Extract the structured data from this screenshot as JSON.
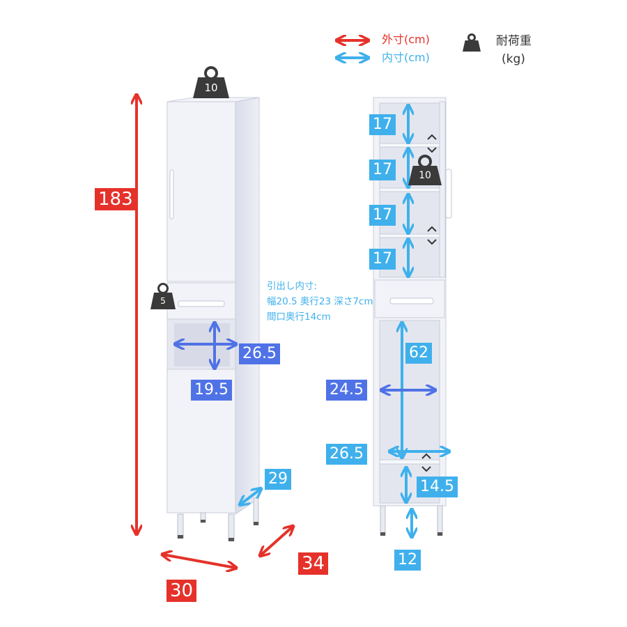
{
  "legend": {
    "outer_label": "外寸(cm)",
    "inner_label": "内寸(cm)",
    "load_label_line1": "耐荷重",
    "load_label_line2": "(kg)",
    "icons": [
      "red-double-arrow-icon",
      "blue-double-arrow-icon",
      "weight-icon"
    ],
    "colors": {
      "outer": "#e5312a",
      "inner": "#3fb0ec",
      "inner_dark": "#4f72e6",
      "weight": "#3a3a3a"
    }
  },
  "left_view": {
    "height": "183",
    "width": "30",
    "depth": "34",
    "top_load": "10",
    "drawer_load": "5",
    "opening_height": "26.5",
    "opening_width": "19.5",
    "opening_depth": "29"
  },
  "drawer_note": {
    "line1": "引出し内寸:",
    "line2": "幅20.5 奥行23 深さ7cm",
    "line3": "間口奥行14cm"
  },
  "right_view": {
    "shelves": [
      "17",
      "17",
      "17",
      "17"
    ],
    "shelf_load": "10",
    "lower_height": "62",
    "lower_width": "24.5",
    "lower_depth": "26.5",
    "bottom_shelf": "14.5",
    "leg_height": "12"
  }
}
